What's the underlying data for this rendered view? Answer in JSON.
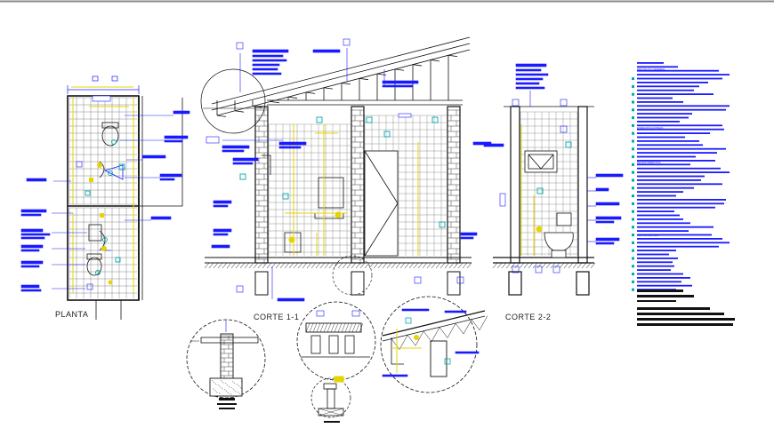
{
  "titles": {
    "planta": "PLANTA",
    "corte_1": "CORTE 1-1",
    "corte_2": "CORTE 2-2"
  },
  "colors": {
    "background": "#ffffff",
    "linework": "#111111",
    "annotation": "#1a1aff",
    "dimension": "#e6d400",
    "fixture": "#00a8a8",
    "frame": "#888888"
  },
  "notes": {
    "general": [
      "PROYECTO GENERAL",
      "ESPECIFICACIONES",
      "REVESTIMIENTOS",
      "INSTALACIONES"
    ]
  }
}
